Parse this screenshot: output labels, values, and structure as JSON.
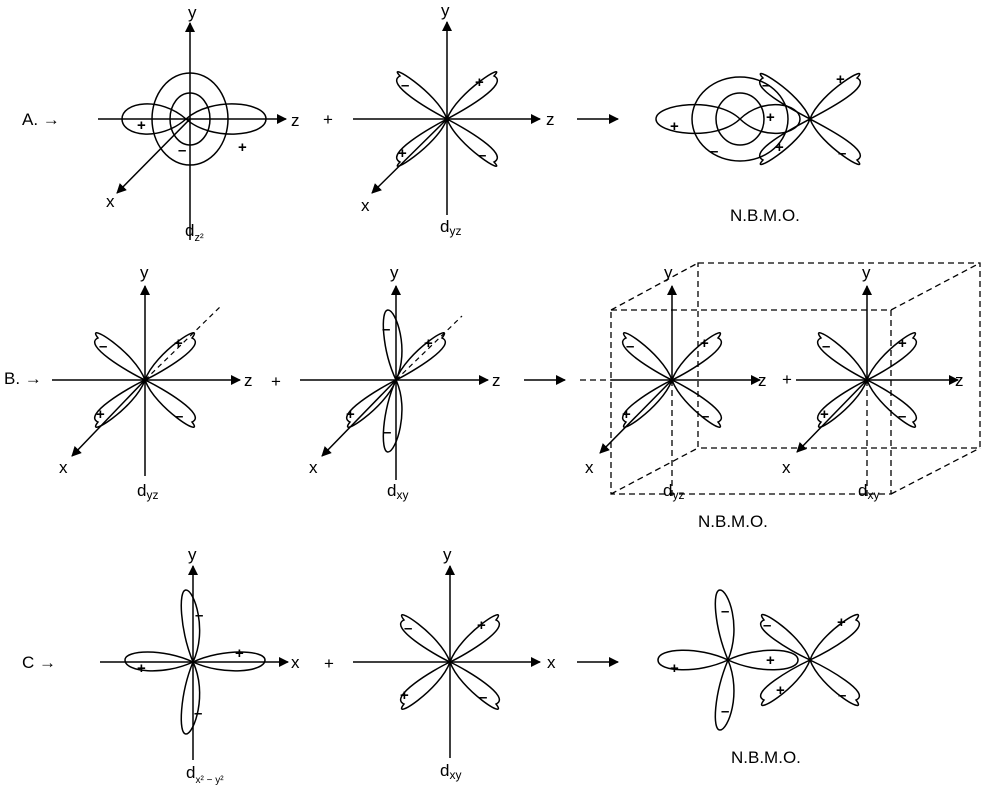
{
  "rows": {
    "A": {
      "label": "A. →",
      "op": "+",
      "left": {
        "axis_y": "y",
        "axis_h": "z",
        "axis_x": "x",
        "name": "d",
        "sub": "z²"
      },
      "middle": {
        "axis_y": "y",
        "axis_h": "z",
        "axis_x": "x",
        "name": "d",
        "sub": "yz"
      },
      "result_label": "N.B.M.O."
    },
    "B": {
      "label": "B. →",
      "op": "+",
      "left": {
        "axis_y": "y",
        "axis_h": "z",
        "axis_x": "x",
        "name": "d",
        "sub": "yz"
      },
      "middle": {
        "axis_y": "y",
        "axis_h": "z",
        "axis_x": "x",
        "name": "d",
        "sub": "xy"
      },
      "result_op": "+",
      "result_left": {
        "axis_y": "y",
        "axis_h": "z",
        "axis_x": "x",
        "name": "d",
        "sub": "yz"
      },
      "result_right": {
        "axis_y": "y",
        "axis_h": "z",
        "name": "d",
        "sub": "xy"
      },
      "result_label": "N.B.M.O."
    },
    "C": {
      "label": "C →",
      "op": "+",
      "left": {
        "axis_y": "y",
        "axis_h": "x",
        "name": "d",
        "sub": "x² − y²"
      },
      "middle": {
        "axis_y": "y",
        "axis_h": "x",
        "name": "d",
        "sub": "xy"
      },
      "result_label": "N.B.M.O."
    }
  },
  "signs": {
    "plus": "+",
    "minus": "–"
  }
}
